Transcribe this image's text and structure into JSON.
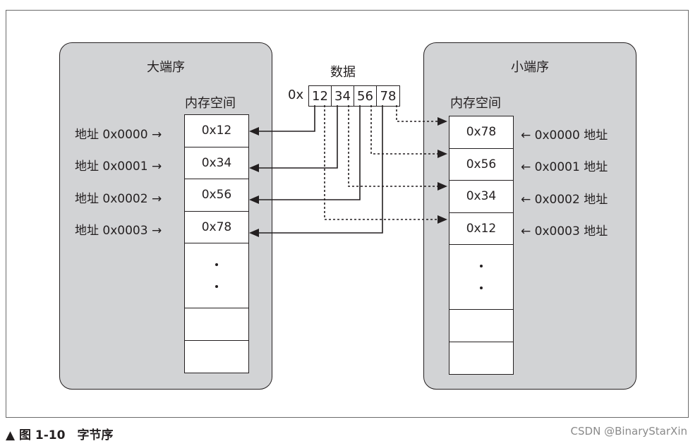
{
  "left_panel": {
    "title": "大端序",
    "mem_label": "内存空间",
    "cells": [
      "0x12",
      "0x34",
      "0x56",
      "0x78"
    ],
    "addresses": [
      "地址 0x0000 →",
      "地址 0x0001 →",
      "地址 0x0002 →",
      "地址 0x0003 →"
    ]
  },
  "right_panel": {
    "title": "小端序",
    "mem_label": "内存空间",
    "cells": [
      "0x78",
      "0x56",
      "0x34",
      "0x12"
    ],
    "addresses": [
      "← 0x0000 地址",
      "← 0x0001 地址",
      "← 0x0002 地址",
      "← 0x0003 地址"
    ]
  },
  "data": {
    "title": "数据",
    "prefix": "0x",
    "bytes": [
      "12",
      "34",
      "56",
      "78"
    ]
  },
  "caption": "▲ 图 1-10　字节序",
  "watermark": "CSDN @BinaryStarXin"
}
